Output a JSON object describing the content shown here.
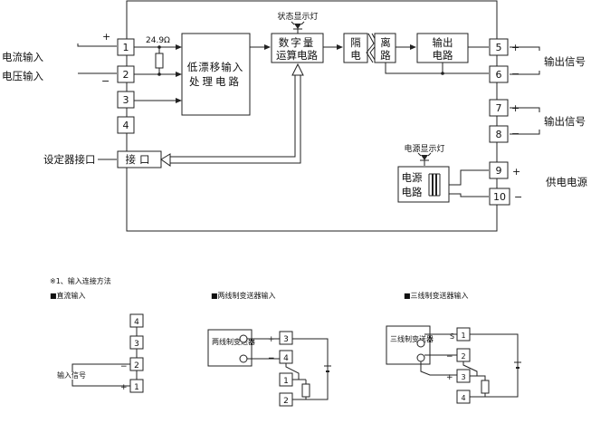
{
  "main_block": {
    "left_labels": {
      "current_input": "电流输入",
      "voltage_input": "电压输入",
      "setter_interface": "设定器接口"
    },
    "polarity": {
      "plus": "+",
      "minus": "−"
    },
    "resistor": "24.9Ω",
    "status_lamp": "状态显示灯",
    "power_lamp": "电源显示灯",
    "drift_block": {
      "line1": "低漂移输入",
      "line2": "处理电路"
    },
    "digital_block": {
      "line1": "数字量",
      "line2": "运算电路"
    },
    "isolation": {
      "left_a": "隔",
      "left_b": "电",
      "right_a": "离",
      "right_b": "路"
    },
    "output_block": {
      "line1": "输出",
      "line2": "电路"
    },
    "power_block": {
      "line1": "电源",
      "line2": "电路"
    },
    "interface_box": "接口",
    "right_labels": {
      "output1": "输出信号",
      "output2": "输出信号",
      "power_supply": "供电电源"
    }
  },
  "terminals": {
    "left": [
      "1",
      "2",
      "3",
      "4"
    ],
    "right": [
      "5",
      "6",
      "7",
      "8",
      "9",
      "10"
    ]
  },
  "wiring": {
    "section_title": "※1、输入连接方法",
    "dc_input": {
      "title": "■直流输入",
      "terminals": [
        "4",
        "3",
        "2",
        "1"
      ],
      "signal_label": "输入信号",
      "minus": "−",
      "plus": "+"
    },
    "two_wire": {
      "title": "■两线制变送器输入",
      "transmitter": "两线制变送器",
      "terminals": [
        "3",
        "4",
        "1",
        "2"
      ],
      "plus": "+",
      "minus": "−"
    },
    "three_wire": {
      "title": "■三线制变送器输入",
      "transmitter": "三线制变送器",
      "terminals": [
        "1",
        "2",
        "3",
        "4"
      ],
      "s_label": "S",
      "minus": "−",
      "plus": "+"
    }
  }
}
